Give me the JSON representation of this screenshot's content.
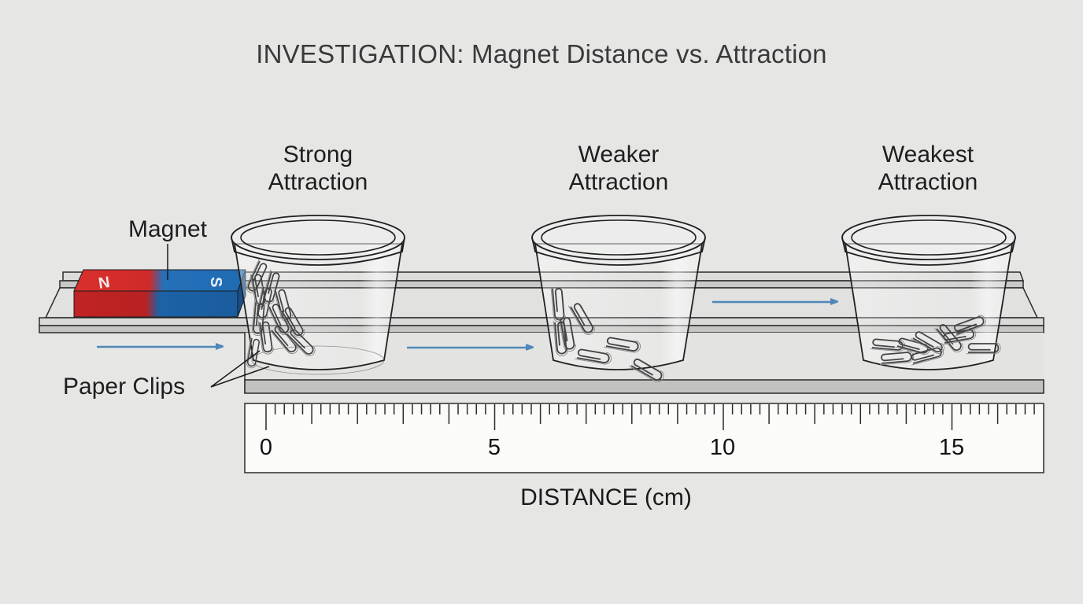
{
  "title": "INVESTIGATION: Magnet Distance vs. Attraction",
  "labels": {
    "magnet": "Magnet",
    "paper_clips": "Paper Clips",
    "magnet_north": "N",
    "magnet_south": "S"
  },
  "cups": [
    {
      "label_line1": "Strong",
      "label_line2": "Attraction",
      "clip_count": 12,
      "position_cm": 1.5
    },
    {
      "label_line1": "Weaker",
      "label_line2": "Attraction",
      "clip_count": 7,
      "position_cm": 8
    },
    {
      "label_line1": "Weakest",
      "label_line2": "Attraction",
      "clip_count": 9,
      "position_cm": 14.5
    }
  ],
  "ruler": {
    "unit_label": "DISTANCE (cm)",
    "ticks_labeled": [
      "0",
      "5",
      "10",
      "15"
    ],
    "min": 0,
    "max": 17,
    "minor_per_cm": 10
  },
  "colors": {
    "background": "#e6e7e5",
    "magnet_north": "#d32a2a",
    "magnet_south": "#1f6fb5",
    "arrow": "#4f87b8",
    "track": "#d8d9d8",
    "track_side": "#c4c5c3"
  }
}
